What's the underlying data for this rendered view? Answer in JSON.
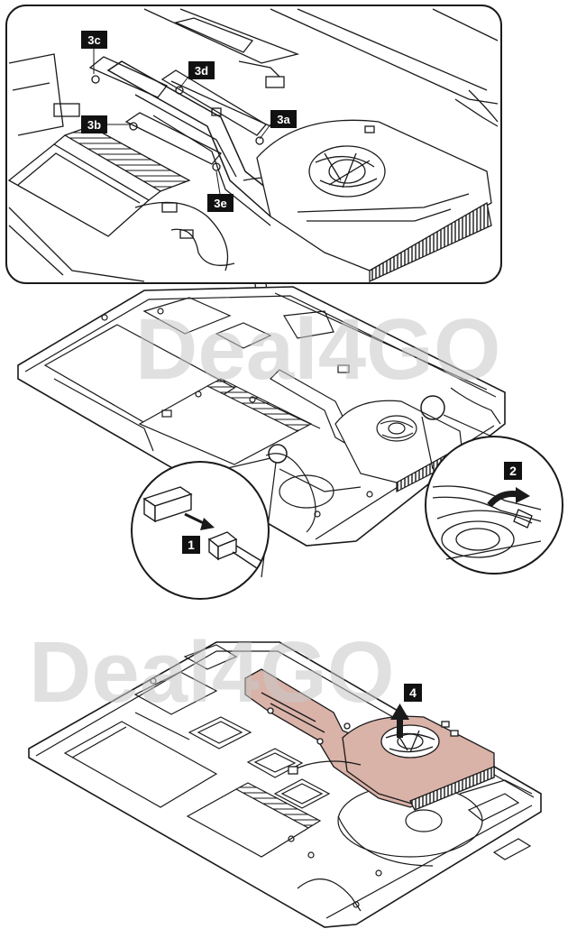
{
  "callouts": {
    "c3a": "3a",
    "c3b": "3b",
    "c3c": "3c",
    "c3d": "3d",
    "c3e": "3e"
  },
  "steps": {
    "s1": "1",
    "s2": "2",
    "s4": "4"
  },
  "watermark": {
    "top": "Deal4GO",
    "bottom": "Deal4GO"
  },
  "colors": {
    "line": "#1a1a1a",
    "heatpipe": "#d9b2a8",
    "tag_bg": "#111111",
    "watermark": "#c8c8c8"
  }
}
